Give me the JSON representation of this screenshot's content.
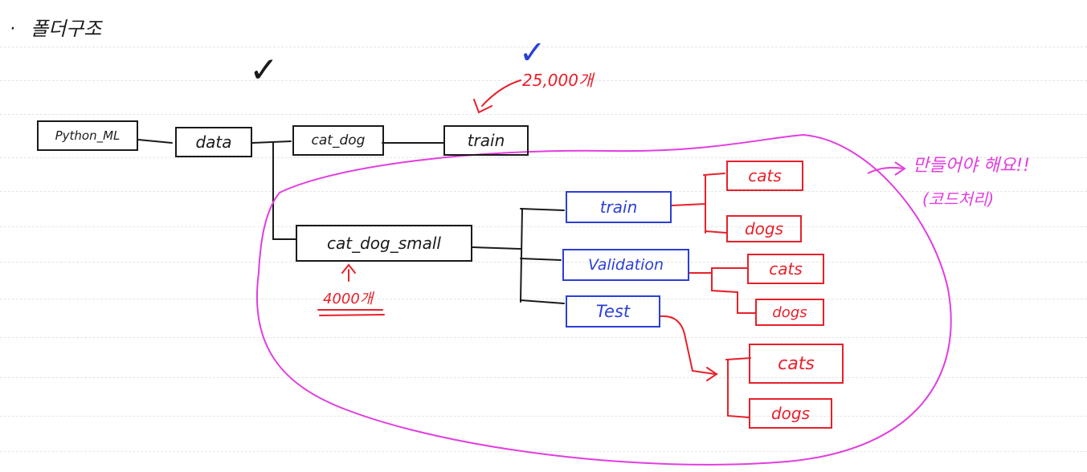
{
  "header": {
    "bullet": "·",
    "title": "폴더구조"
  },
  "root": {
    "python_ml": "Python_ML",
    "data": "data",
    "cat_dog": "cat_dog",
    "train": "train",
    "train_count": "25,000개",
    "cat_dog_small": "cat_dog_small",
    "small_count": "4000개"
  },
  "subfolders": {
    "train": "train",
    "validation": "Validation",
    "test": "Test"
  },
  "leaves": {
    "train_cats": "cats",
    "train_dogs": "dogs",
    "validation_cats": "cats",
    "validation_dogs": "dogs",
    "test_cats": "cats",
    "test_dogs": "dogs"
  },
  "note": {
    "line1": "만들어야 해요!!",
    "line2": "(코드처리)"
  },
  "marks": {
    "check": "✓"
  },
  "colors": {
    "ink": "#1a1a1a",
    "red": "#e8202a",
    "blue": "#2b3fd6",
    "magenta": "#e23de0"
  }
}
